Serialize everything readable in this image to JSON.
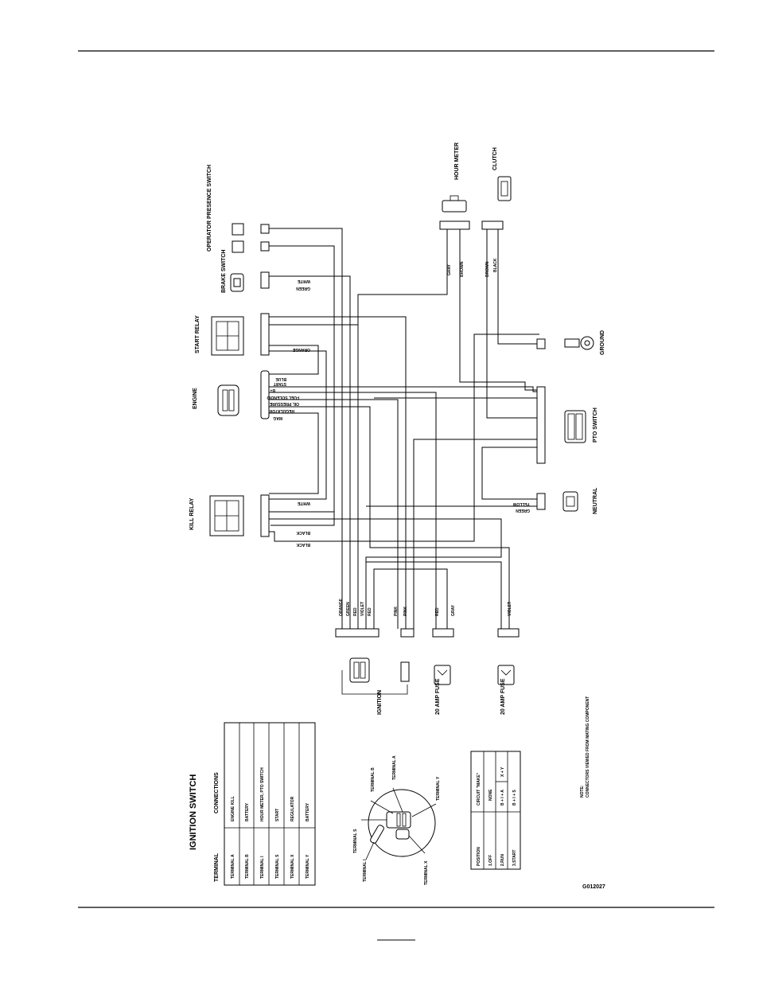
{
  "components": {
    "operator_presence": "OPERATOR PRESENCE SWITCH",
    "brake": "BRAKE SWITCH",
    "start_relay": "START RELAY",
    "engine": "ENGINE",
    "kill_relay": "KILL RELAY",
    "hour_meter": "HOUR METER",
    "clutch": "CLUTCH",
    "ground": "GROUND",
    "pto_switch": "PTO SWITCH",
    "neutral": "NEUTRAL",
    "ignition": "IGNITION",
    "fuse_left": "20 AMP FUSE",
    "fuse_right": "20 AMP FUSE"
  },
  "wires": {
    "white": "WHITE",
    "green": "GREEN",
    "orange": "ORANGE",
    "blue": "BLUE",
    "start": "START",
    "b_plus": "B+",
    "fuel_solenoid": "FUEL SOLENOID",
    "oil_pressure": "OIL PRESSURE",
    "regulator": "REGULATOR",
    "mag": "MAG",
    "black": "BLACK",
    "yellow": "YELLOW",
    "gray": "GRAY",
    "brown": "BROWN",
    "red": "RED",
    "violet": "VIOLET",
    "pink": "PINK"
  },
  "ignition_switch_table": {
    "title": "IGNITION SWITCH",
    "headers": [
      "TERMINAL",
      "CONNECTIONS"
    ],
    "rows": [
      [
        "TERMINAL A",
        "ENGINE KILL"
      ],
      [
        "TERMINAL B",
        "BATTERY"
      ],
      [
        "TERMINAL I",
        "HOUR METER, PTO SWITCH"
      ],
      [
        "TERMINAL S",
        "START"
      ],
      [
        "TERMINAL X",
        "REGULATOR"
      ],
      [
        "TERMINAL Y",
        "BATTERY"
      ]
    ]
  },
  "switch_terminals": {
    "a": "TERMINAL A",
    "b": "TERMINAL B",
    "y": "TERMINAL Y",
    "s": "TERMINAL S",
    "i": "TERMINAL I",
    "x": "TERMINAL X"
  },
  "position_table": {
    "headers": [
      "POSITION",
      "CIRCUIT \"MAKE\""
    ],
    "rows": [
      [
        "1.OFF",
        "NONE",
        ""
      ],
      [
        "2.RUN",
        "B + I + A",
        "X + Y"
      ],
      [
        "3.START",
        "B + I + S",
        ""
      ]
    ]
  },
  "note": {
    "title": "NOTE:",
    "text": "CONNECTORS VIEWED FROM MATING COMPONENT"
  },
  "drawing_number": "G012027"
}
